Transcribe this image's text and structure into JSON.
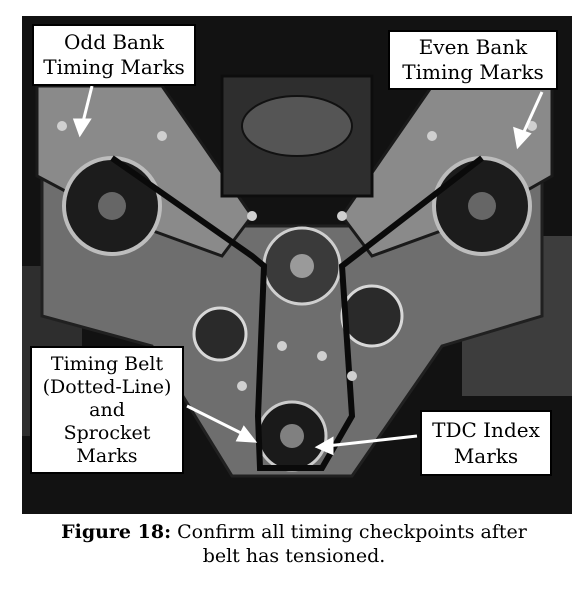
{
  "callouts": {
    "odd_bank": {
      "line1": "Odd Bank",
      "line2": "Timing Marks"
    },
    "even_bank": {
      "line1": "Even Bank",
      "line2": "Timing Marks"
    },
    "timing_belt": {
      "line1": "Timing Belt",
      "line2": "(Dotted-Line)",
      "line3": "and",
      "line4": "Sprocket",
      "line5": "Marks"
    },
    "tdc_index": {
      "line1": "TDC Index",
      "line2": "Marks"
    }
  },
  "caption": {
    "label": "Figure 18:",
    "text_line1": " Confirm all timing checkpoints after",
    "text_line2": "belt has tensioned."
  }
}
